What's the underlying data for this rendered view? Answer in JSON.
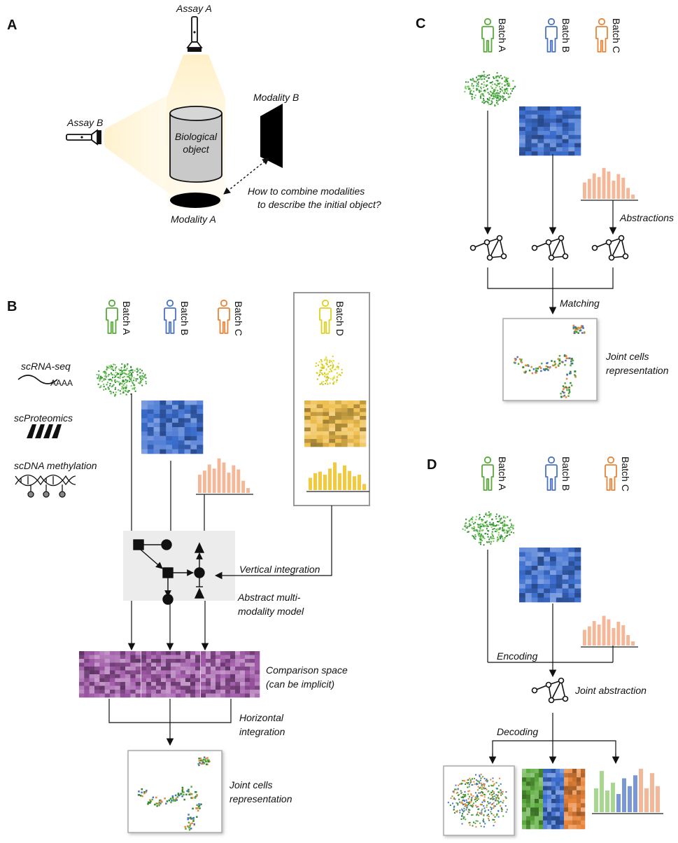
{
  "panels": {
    "a": "A",
    "b": "B",
    "c": "C",
    "d": "D"
  },
  "panel_a": {
    "assay_a": "Assay A",
    "assay_b": "Assay B",
    "object_line1": "Biological",
    "object_line2": "object",
    "modality_b": "Modality B",
    "modality_a": "Modality A",
    "question_line1": "How to combine modalities",
    "question_line2": "to describe the initial object?"
  },
  "panel_b": {
    "batch_a": "Batch A",
    "batch_b": "Batch B",
    "batch_c": "Batch C",
    "batch_d": "Batch D",
    "scrna": "scRNA-seq",
    "aaaa": "AAAA",
    "scproteomics": "scProteomics",
    "scdna": "scDNA methylation",
    "vertical": "Vertical integration",
    "model_line1": "Abstract multi-",
    "model_line2": "modality model",
    "comparison_line1": "Comparison space",
    "comparison_line2": "(can be implicit)",
    "horizontal_line1": "Horizontal",
    "horizontal_line2": "integration",
    "joint_line1": "Joint cells",
    "joint_line2": "representation"
  },
  "panel_c": {
    "batch_a": "Batch A",
    "batch_b": "Batch B",
    "batch_c": "Batch C",
    "abstractions": "Abstractions",
    "matching": "Matching",
    "joint_line1": "Joint cells",
    "joint_line2": "representation"
  },
  "panel_d": {
    "batch_a": "Batch A",
    "batch_b": "Batch B",
    "batch_c": "Batch C",
    "encoding": "Encoding",
    "joint_abstraction": "Joint abstraction",
    "decoding": "Decoding"
  },
  "colors": {
    "batch_a": "#5aaa3c",
    "batch_b": "#4a72c4",
    "batch_c": "#e8853a",
    "batch_d": "#e0d020",
    "heat_blue": "#3d6fd0",
    "heat_yellow": "#f0c050",
    "heat_pink": "#a05aa8",
    "bar_orange": "#f4b898",
    "bar_yellow": "#f5c93e",
    "bar_green": "#a8d890",
    "model_bg": "#ececec"
  },
  "icons": [
    "flashlight-icon",
    "person-icon",
    "graph-icon",
    "rna-wave-icon",
    "protein-icon",
    "dna-methylation-icon"
  ]
}
